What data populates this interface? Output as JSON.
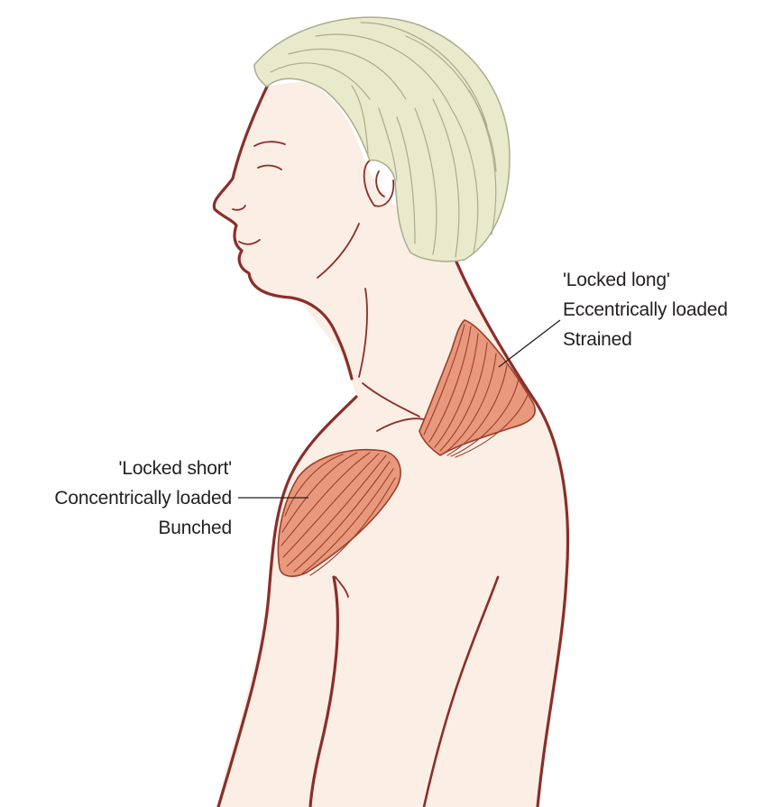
{
  "labels": {
    "long": {
      "line1": "'Locked long'",
      "line2": "Eccentrically loaded",
      "line3": "Strained"
    },
    "short": {
      "line1": "'Locked short'",
      "line2": "Concentrically loaded",
      "line3": "Bunched"
    }
  },
  "colors": {
    "background": "#ffffff",
    "outline": "#8a2e2a",
    "skin": "#fbeee4",
    "hair": "#e9e9cc",
    "hair_lines": "#a9ad8c",
    "muscle": "#e8987c",
    "muscle_lines": "#9c3f2b",
    "text": "#231f20"
  }
}
